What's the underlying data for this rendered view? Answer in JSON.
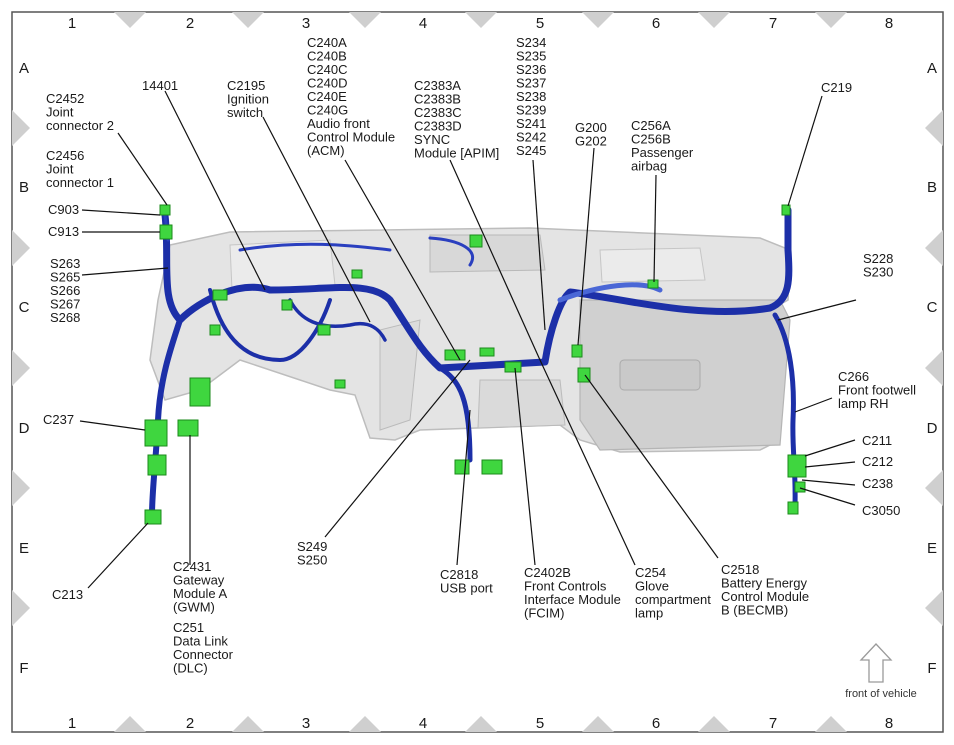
{
  "grid": {
    "columns": [
      "1",
      "2",
      "3",
      "4",
      "5",
      "6",
      "7",
      "8"
    ],
    "rows": [
      "A",
      "B",
      "C",
      "D",
      "E",
      "F"
    ]
  },
  "front_note": "front of vehicle",
  "callouts": [
    {
      "id": "c2452",
      "lines": [
        "C2452",
        "Joint",
        "connector 2"
      ]
    },
    {
      "id": "c2456",
      "lines": [
        "C2456",
        "Joint",
        "connector 1"
      ]
    },
    {
      "id": "c903",
      "lines": [
        "C903"
      ]
    },
    {
      "id": "c913",
      "lines": [
        "C913"
      ]
    },
    {
      "id": "s263",
      "lines": [
        "S263",
        "S265",
        "S266",
        "S267",
        "S268"
      ]
    },
    {
      "id": "c237",
      "lines": [
        "C237"
      ]
    },
    {
      "id": "c213",
      "lines": [
        "C213"
      ]
    },
    {
      "id": "p14401",
      "lines": [
        "14401"
      ]
    },
    {
      "id": "c2195",
      "lines": [
        "C2195",
        "Ignition",
        "switch"
      ]
    },
    {
      "id": "c240",
      "lines": [
        "C240A",
        "C240B",
        "C240C",
        "C240D",
        "C240E",
        "C240G",
        "Audio front",
        "Control Module",
        "(ACM)"
      ]
    },
    {
      "id": "c2383",
      "lines": [
        "C2383A",
        "C2383B",
        "C2383C",
        "C2383D",
        "SYNC",
        "Module [APIM]"
      ]
    },
    {
      "id": "s234",
      "lines": [
        "S234",
        "S235",
        "S236",
        "S237",
        "S238",
        "S239",
        "S241",
        "S242",
        "S245"
      ]
    },
    {
      "id": "g200",
      "lines": [
        "G200",
        "G202"
      ]
    },
    {
      "id": "c256",
      "lines": [
        "C256A",
        "C256B",
        "Passenger",
        "airbag"
      ]
    },
    {
      "id": "c219",
      "lines": [
        "C219"
      ]
    },
    {
      "id": "s228",
      "lines": [
        "S228",
        "S230"
      ]
    },
    {
      "id": "c266",
      "lines": [
        "C266",
        "Front footwell",
        "lamp RH"
      ]
    },
    {
      "id": "c211",
      "lines": [
        "C211"
      ]
    },
    {
      "id": "c212",
      "lines": [
        "C212"
      ]
    },
    {
      "id": "c238",
      "lines": [
        "C238"
      ]
    },
    {
      "id": "c3050",
      "lines": [
        "C3050"
      ]
    },
    {
      "id": "c2431",
      "lines": [
        "C2431",
        "Gateway",
        "Module A",
        "(GWM)"
      ]
    },
    {
      "id": "c251",
      "lines": [
        "C251",
        "Data Link",
        "Connector",
        "(DLC)"
      ]
    },
    {
      "id": "s249",
      "lines": [
        "S249",
        "S250"
      ]
    },
    {
      "id": "c2818",
      "lines": [
        "C2818",
        "USB port"
      ]
    },
    {
      "id": "c2402",
      "lines": [
        "C2402B",
        "Front Controls",
        "Interface Module",
        "(FCIM)"
      ]
    },
    {
      "id": "c254",
      "lines": [
        "C254",
        "Glove",
        "compartment",
        "lamp"
      ]
    },
    {
      "id": "c2518",
      "lines": [
        "C2518",
        "Battery Energy",
        "Control Module",
        "B (BECMB)"
      ]
    }
  ]
}
